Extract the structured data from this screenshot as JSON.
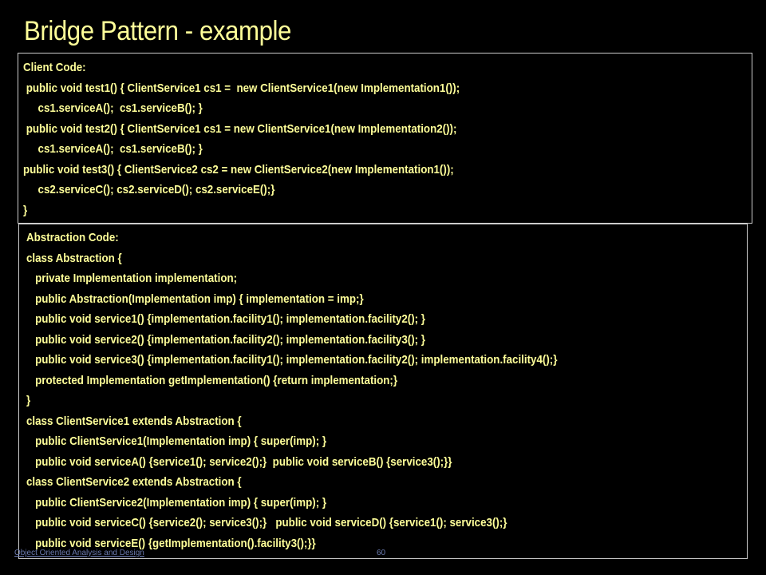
{
  "slide": {
    "title": "Bridge Pattern -  example"
  },
  "client_code": {
    "lines": [
      "Client Code:",
      " public void test1() { ClientService1 cs1 =  new ClientService1(new Implementation1());",
      "     cs1.serviceA();  cs1.serviceB(); }",
      " public void test2() { ClientService1 cs1 = new ClientService1(new Implementation2());",
      "     cs1.serviceA();  cs1.serviceB(); }",
      "public void test3() { ClientService2 cs2 = new ClientService2(new Implementation1());",
      "     cs2.serviceC(); cs2.serviceD(); cs2.serviceE();}",
      "}"
    ]
  },
  "abstraction_code": {
    "lines": [
      "Abstraction Code:",
      "class Abstraction {",
      "   private Implementation implementation;",
      "   public Abstraction(Implementation imp) { implementation = imp;}",
      "   public void service1() {implementation.facility1(); implementation.facility2(); }",
      "   public void service2() {implementation.facility2(); implementation.facility3(); }",
      "   public void service3() {implementation.facility1(); implementation.facility2(); implementation.facility4();}",
      "   protected Implementation getImplementation() {return implementation;}",
      "}",
      "class ClientService1 extends Abstraction {",
      "   public ClientService1(Implementation imp) { super(imp); }",
      "   public void serviceA() {service1(); service2();}  public void serviceB() {service3();}}",
      "class ClientService2 extends Abstraction {",
      "   public ClientService2(Implementation imp) { super(imp); }",
      "   public void serviceC() {service2(); service3();}   public void serviceD() {service1(); service3();}",
      "   public void serviceE() {getImplementation().facility3();}}"
    ]
  },
  "footer": {
    "course": "Object Oriented Analysis and Design",
    "page": "60"
  },
  "colors": {
    "background": "#000000",
    "text": "#ffff99",
    "border": "#cccccc",
    "footer": "#6b7bb0"
  }
}
